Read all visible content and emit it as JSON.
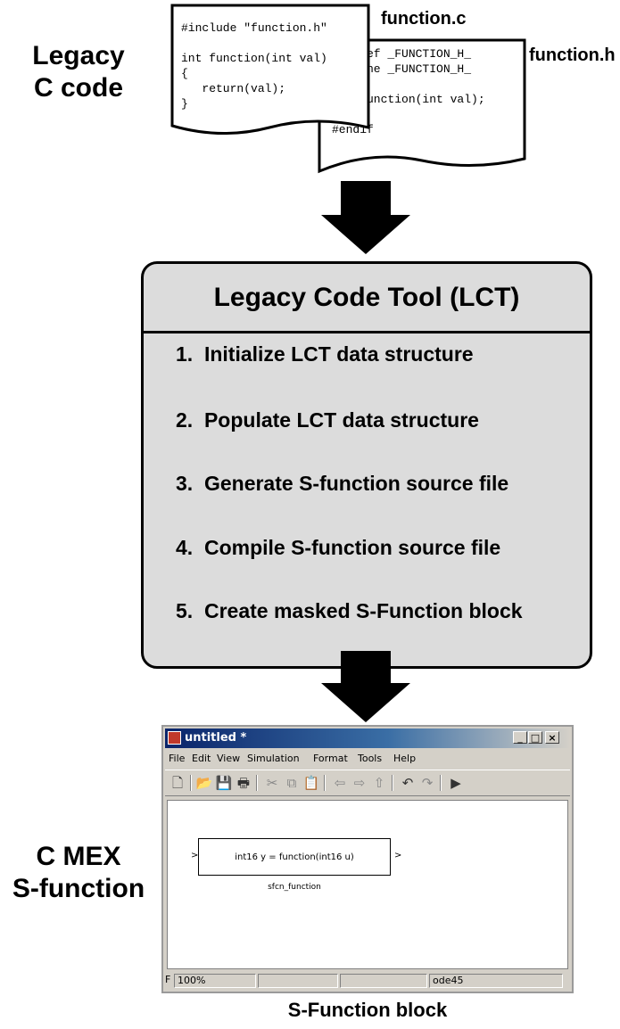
{
  "labels": {
    "legacy_line1": "Legacy",
    "legacy_line2": "C code",
    "cmex_line1": "C MEX",
    "cmex_line2": "S-function",
    "sfunction_block_caption": "S-Function block"
  },
  "files": {
    "function_c": {
      "name": "function.c",
      "code": "#include \"function.h\"\n\nint function(int val)\n{\n   return(val);\n}"
    },
    "function_h": {
      "name": "function.h",
      "code": "#ifndef _FUNCTION_H_\n#define _FUNCTION_H_\n\nint function(int val);\n\n#endif"
    }
  },
  "lct": {
    "title": "Legacy Code Tool  (LCT)",
    "steps": [
      "1.  Initialize LCT data structure",
      "2.  Populate LCT data structure",
      "3.  Generate S-function source file",
      "4.  Compile S-function source file",
      "5.  Create masked S-Function block"
    ]
  },
  "window": {
    "title": "untitled *",
    "menu": [
      "File",
      "Edit",
      "View",
      "Simulation",
      "Format",
      "Tools",
      "Help"
    ],
    "block_text": "int16 y = function(int16 u)",
    "block_name": "sfcn_function",
    "status": {
      "left": "F",
      "zoom": "100%",
      "solver": "ode45"
    }
  }
}
